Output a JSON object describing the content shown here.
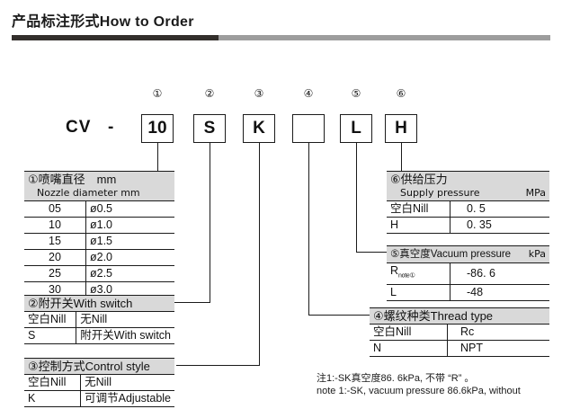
{
  "header": {
    "title": "产品标注形式How to Order",
    "bar_dark_color": "#332f2c",
    "bar_gray_color": "#9d9d9d"
  },
  "model_code": {
    "prefix": "CV",
    "separator": "-",
    "boxes": [
      {
        "marker": "①",
        "value": "10"
      },
      {
        "marker": "②",
        "value": "S"
      },
      {
        "marker": "③",
        "value": "K"
      },
      {
        "marker": "④",
        "value": ""
      },
      {
        "marker": "⑤",
        "value": "L"
      },
      {
        "marker": "⑥",
        "value": "H"
      }
    ]
  },
  "tables": {
    "nozzle": {
      "header_cn": "①喷嘴直径　mm",
      "header_en": "Nozzle diameter  mm",
      "rows": [
        {
          "code": "05",
          "spec": "ø0.5"
        },
        {
          "code": "10",
          "spec": "ø1.0"
        },
        {
          "code": "15",
          "spec": "ø1.5"
        },
        {
          "code": "20",
          "spec": "ø2.0"
        },
        {
          "code": "25",
          "spec": "ø2.5"
        },
        {
          "code": "30",
          "spec": "ø3.0"
        }
      ]
    },
    "switch": {
      "header": "②附开关With switch",
      "rows": [
        {
          "code": "空白Nill",
          "spec": "无Nill"
        },
        {
          "code": "S",
          "spec": "附开关With switch"
        }
      ]
    },
    "control": {
      "header": "③控制方式Control style",
      "rows": [
        {
          "code": "空白Nill",
          "spec": "无Nill"
        },
        {
          "code": "K",
          "spec": "可调节Adjustable"
        }
      ]
    },
    "supply": {
      "header_cn": "⑥供给压力",
      "header_en": "Supply pressure",
      "header_unit": "MPa",
      "rows": [
        {
          "code": "空白Nill",
          "spec": "0. 5"
        },
        {
          "code": "H",
          "spec": "0. 35"
        }
      ]
    },
    "vacuum": {
      "header": "⑤真空度Vacuum pressure",
      "header_unit": "kPa",
      "rows": [
        {
          "code": "R",
          "code_sub": "note①",
          "spec": "-86. 6"
        },
        {
          "code": "L",
          "code_sub": "",
          "spec": "-48"
        }
      ]
    },
    "thread": {
      "header": "④螺纹种类Thread type",
      "rows": [
        {
          "code": "空白Nill",
          "spec": "Rc"
        },
        {
          "code": "N",
          "spec": "NPT"
        }
      ]
    }
  },
  "note": {
    "line_cn": "注1:-SK真空度86. 6kPa, 不带 “R” 。",
    "line_en": "note 1:-SK, vacuum pressure 86.6kPa, without"
  }
}
